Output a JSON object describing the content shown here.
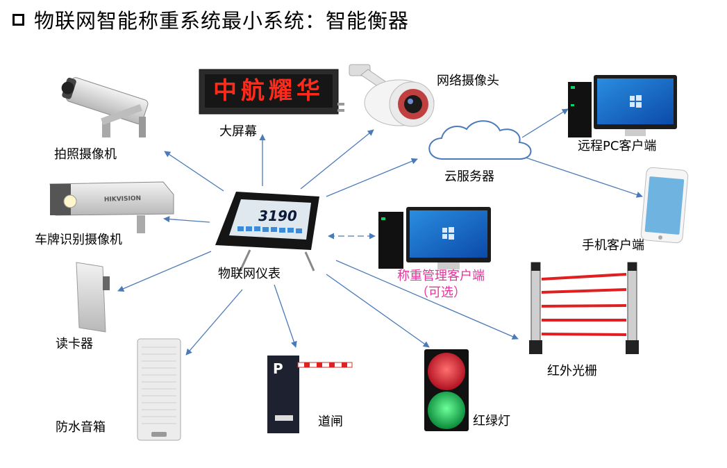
{
  "title": "物联网智能称重系统最小系统：智能衡器",
  "display_text": "中航耀华",
  "indicator_reading": "3190",
  "labels": {
    "snapshot_camera": "拍照摄像机",
    "big_screen": "大屏幕",
    "network_camera": "网络摄像头",
    "remote_pc": "远程PC客户端",
    "cloud_server": "云服务器",
    "mobile_client": "手机客户端",
    "plate_camera": "车牌识别摄像机",
    "iot_indicator": "物联网仪表",
    "weighing_client": "称重管理客户端",
    "weighing_client_optional": "（可选）",
    "card_reader": "读卡器",
    "infrared_grating": "红外光栅",
    "waterproof_speaker": "防水音箱",
    "barrier_gate": "道闸",
    "traffic_light": "红绿灯"
  },
  "colors": {
    "arrow": "#4a7ab8",
    "optional_text": "#e8339b",
    "led_red": "#ff2a1a",
    "laser_red": "#e02020"
  }
}
